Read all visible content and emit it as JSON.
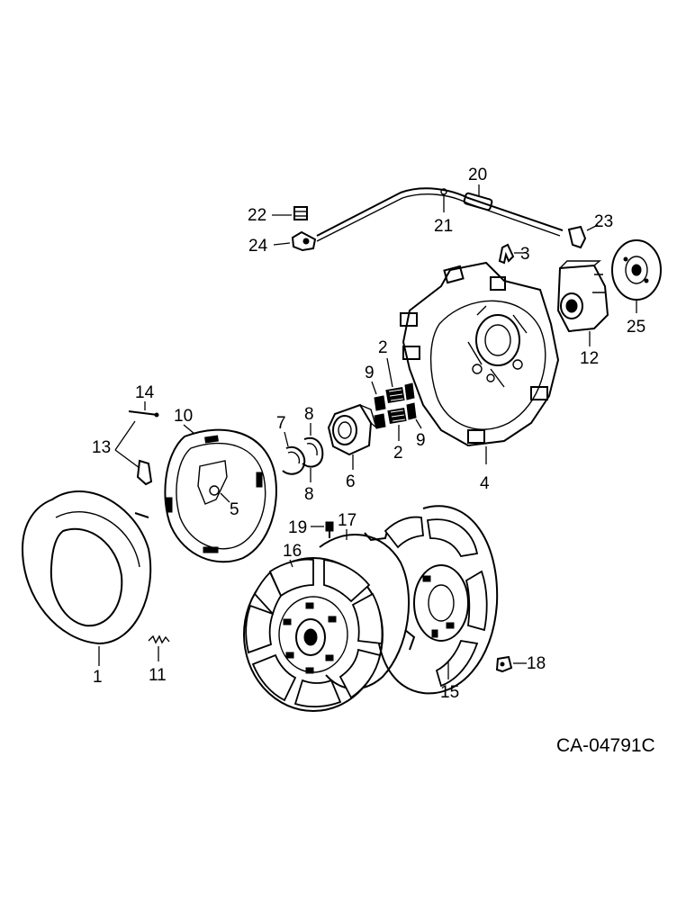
{
  "drawing_ref": "CA-04791C",
  "callouts": {
    "c1": "1",
    "c2a": "2",
    "c2b": "2",
    "c3": "3",
    "c4": "4",
    "c5": "5",
    "c6": "6",
    "c7": "7",
    "c8a": "8",
    "c8b": "8",
    "c9a": "9",
    "c9b": "9",
    "c10": "10",
    "c11": "11",
    "c12": "12",
    "c13": "13",
    "c14": "14",
    "c15": "15",
    "c16": "16",
    "c17": "17",
    "c18": "18",
    "c19": "19",
    "c20": "20",
    "c21": "21",
    "c22": "22",
    "c23": "23",
    "c24": "24",
    "c25": "25"
  }
}
